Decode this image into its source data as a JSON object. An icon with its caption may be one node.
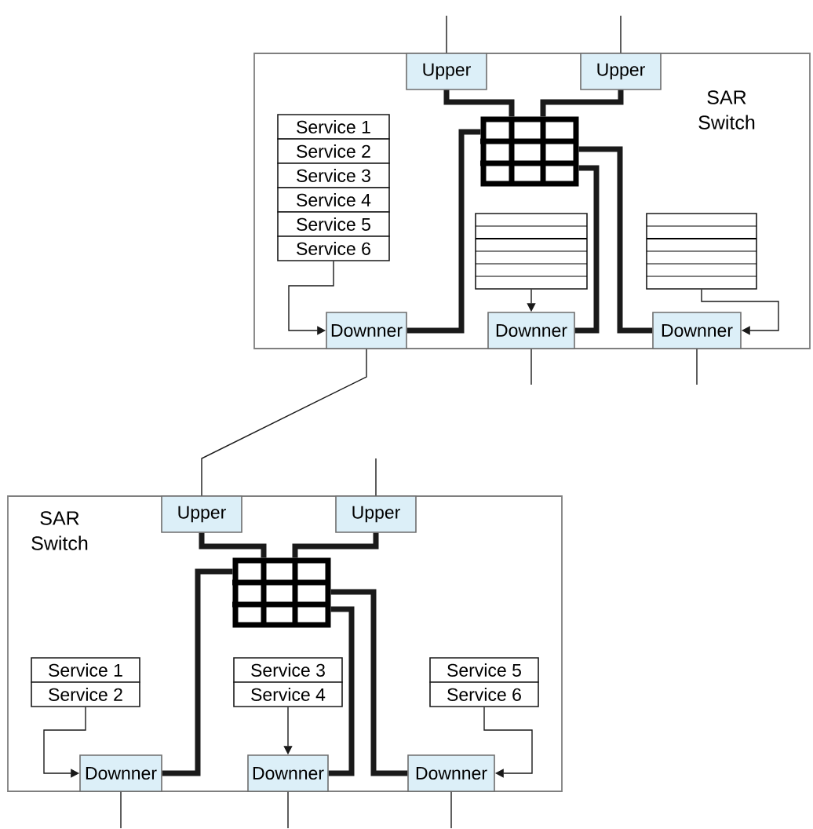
{
  "diagram": {
    "nodes": [
      {
        "text": [
          "SAR Switch"
        ]
      },
      {
        "text": [
          "Upper"
        ],
        "in": 0
      },
      {
        "text": [
          "Upper"
        ],
        "in": 0
      },
      {
        "text": [],
        "shape": "grid",
        "in": 0
      },
      {
        "text": [
          "Service 1"
        ],
        "in": 0
      },
      {
        "text": [
          "Service 2"
        ],
        "in": 0
      },
      {
        "text": [
          "Service 3"
        ],
        "in": 0
      },
      {
        "text": [
          "Service 4"
        ],
        "in": 0
      },
      {
        "text": [
          "Service 5"
        ],
        "in": 0
      },
      {
        "text": [
          "Service 6"
        ],
        "in": 0
      },
      {
        "text": [],
        "shape": "box",
        "in": 0
      },
      {
        "text": [],
        "shape": "box",
        "in": 0
      },
      {
        "text": [
          "Downner"
        ],
        "in": 0
      },
      {
        "text": [
          "Downner"
        ],
        "in": 0
      },
      {
        "text": [
          "Downner"
        ],
        "in": 0
      },
      {
        "text": [
          "SAR Switch"
        ]
      },
      {
        "text": [
          "Upper"
        ],
        "in": 15
      },
      {
        "text": [
          "Upper"
        ],
        "in": 15
      },
      {
        "text": [],
        "shape": "grid",
        "in": 15
      },
      {
        "text": [
          "Service 1"
        ],
        "in": 15
      },
      {
        "text": [
          "Service 2"
        ],
        "in": 15
      },
      {
        "text": [
          "Service 3"
        ],
        "in": 15
      },
      {
        "text": [
          "Service 4"
        ],
        "in": 15
      },
      {
        "text": [
          "Service 5"
        ],
        "in": 15
      },
      {
        "text": [
          "Service 6"
        ],
        "in": 15
      },
      {
        "text": [
          "Downner"
        ],
        "in": 15
      },
      {
        "text": [
          "Downner"
        ],
        "in": 15
      },
      {
        "text": [
          "Downner"
        ],
        "in": 15
      }
    ],
    "edges": [
      {
        "from": null,
        "to": 1,
        "arrow": "none"
      },
      {
        "from": null,
        "to": 2,
        "arrow": "none"
      },
      {
        "from": 1,
        "to": 3,
        "arrow": "none",
        "style": "thick"
      },
      {
        "from": 2,
        "to": 3,
        "arrow": "none",
        "style": "thick"
      },
      {
        "from": 3,
        "to": 12,
        "arrow": "none",
        "style": "thick"
      },
      {
        "from": 3,
        "to": 13,
        "arrow": "none",
        "style": "thick"
      },
      {
        "from": 3,
        "to": 14,
        "arrow": "none",
        "style": "thick"
      },
      {
        "from": 9,
        "to": 12,
        "arrow": "to"
      },
      {
        "from": 10,
        "to": 13,
        "arrow": "to"
      },
      {
        "from": 11,
        "to": 14,
        "arrow": "to"
      },
      {
        "from": 12,
        "to": 16,
        "arrow": "none"
      },
      {
        "from": 13,
        "to": null,
        "arrow": "none"
      },
      {
        "from": 14,
        "to": null,
        "arrow": "none"
      },
      {
        "from": null,
        "to": 17,
        "arrow": "none"
      },
      {
        "from": 16,
        "to": 18,
        "arrow": "none",
        "style": "thick"
      },
      {
        "from": 17,
        "to": 18,
        "arrow": "none",
        "style": "thick"
      },
      {
        "from": 18,
        "to": 25,
        "arrow": "none",
        "style": "thick"
      },
      {
        "from": 18,
        "to": 26,
        "arrow": "none",
        "style": "thick"
      },
      {
        "from": 18,
        "to": 27,
        "arrow": "none",
        "style": "thick"
      },
      {
        "from": 20,
        "to": 25,
        "arrow": "to"
      },
      {
        "from": 22,
        "to": 26,
        "arrow": "to"
      },
      {
        "from": 24,
        "to": 27,
        "arrow": "to"
      },
      {
        "from": 25,
        "to": null,
        "arrow": "none"
      },
      {
        "from": 26,
        "to": null,
        "arrow": "none"
      },
      {
        "from": 27,
        "to": null,
        "arrow": "none"
      }
    ]
  }
}
